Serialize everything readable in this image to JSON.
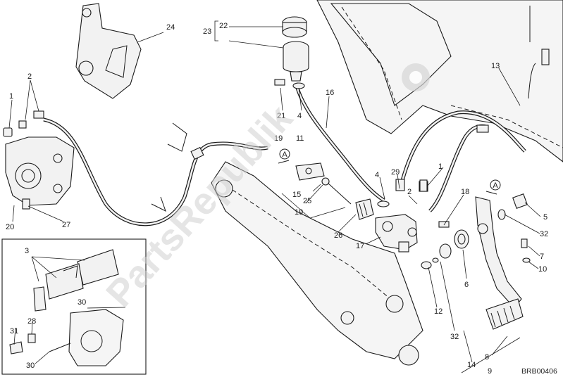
{
  "diagram": {
    "drawing_code": "BRB00406",
    "watermark": "PartsRepublik",
    "reference_marker": "A",
    "callouts": [
      "24",
      "23",
      "22",
      "2",
      "1",
      "3",
      "20",
      "27",
      "21",
      "4",
      "16",
      "19",
      "11",
      "15",
      "25",
      "19",
      "13",
      "4",
      "29",
      "2",
      "1",
      "18",
      "5",
      "32",
      "26",
      "17",
      "7",
      "10",
      "6",
      "12",
      "32",
      "8",
      "14",
      "9",
      "3",
      "30",
      "28",
      "31",
      "30"
    ]
  }
}
